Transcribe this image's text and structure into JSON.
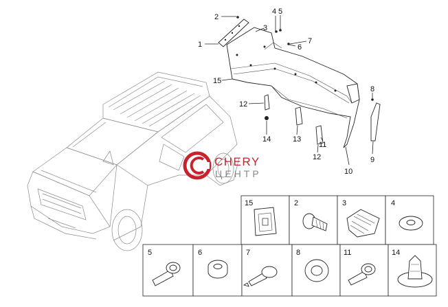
{
  "logo": {
    "brand": "CHERY",
    "subtitle": "ЦЕНТР",
    "colors": {
      "brand": "#c8232c",
      "subtitle": "#888888"
    }
  },
  "callouts": [
    "1",
    "2",
    "3",
    "4",
    "5",
    "6",
    "7",
    "8",
    "9",
    "10",
    "11",
    "12",
    "12",
    "13",
    "14",
    "15"
  ],
  "parts_grid": {
    "top_row": [
      "15",
      "2",
      "3",
      "4"
    ],
    "bottom_row": [
      "5",
      "6",
      "7",
      "8",
      "11",
      "14"
    ]
  }
}
